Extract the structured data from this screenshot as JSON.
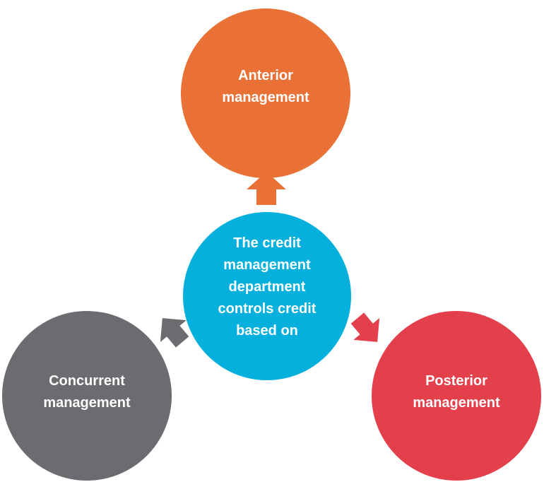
{
  "colors": {
    "anterior": "#E97136",
    "center": "#05B1DC",
    "concurrent": "#6B6C70",
    "posterior": "#E3404B"
  },
  "center": {
    "label": "The credit\nmanagement\ndepartment\ncontrols credit\nbased on"
  },
  "nodes": {
    "anterior": {
      "label": "Anterior\nmanagement"
    },
    "concurrent": {
      "label": "Concurrent\nmanagement"
    },
    "posterior": {
      "label": "Posterior\nmanagement"
    }
  }
}
